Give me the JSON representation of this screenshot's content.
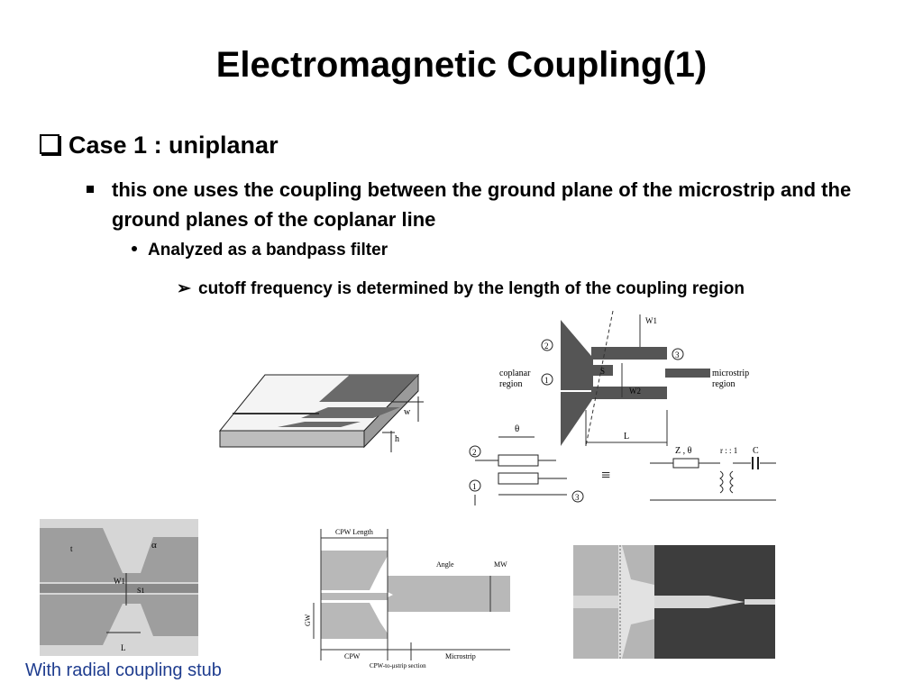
{
  "slide": {
    "title": "Electromagnetic Coupling(1)",
    "level1": "Case 1 : uniplanar",
    "level2": "this one uses the coupling between the ground plane of the microstrip and the ground planes of the coplanar line",
    "level3": "Analyzed as a bandpass filter",
    "level4": "cutoff frequency is determined by the length of the coupling region",
    "caption": "With radial coupling stub"
  },
  "figures": {
    "iso": {
      "w": "w",
      "h": "h"
    },
    "layout": {
      "w1": "W1",
      "w2": "W2",
      "s": "S",
      "l": "L",
      "coplanar": [
        "coplanar",
        "region"
      ],
      "microstrip": [
        "microstrip",
        "region"
      ],
      "n1": "1",
      "n2": "2",
      "n3": "3"
    },
    "circuit": {
      "theta": "θ",
      "z": "Z , θ",
      "r": "r : : 1",
      "c": "C",
      "n1": "1",
      "n2": "2",
      "n3": "3",
      "equiv": "≡"
    },
    "radial": {
      "alpha": "α",
      "w1": "W1",
      "s1": "S1",
      "l": "L",
      "t": "t"
    },
    "cpw": {
      "cpw_length": "CPW Length",
      "angle": "Angle",
      "mw": "MW",
      "gw": "GW",
      "cpw": "CPW",
      "microstrip": "Microstrip",
      "section": "CPW-to-μstrip section"
    }
  },
  "colors": {
    "caption": "#1f3d8f",
    "dark_metal": "#555555",
    "light_metal": "#bdbdbd"
  }
}
